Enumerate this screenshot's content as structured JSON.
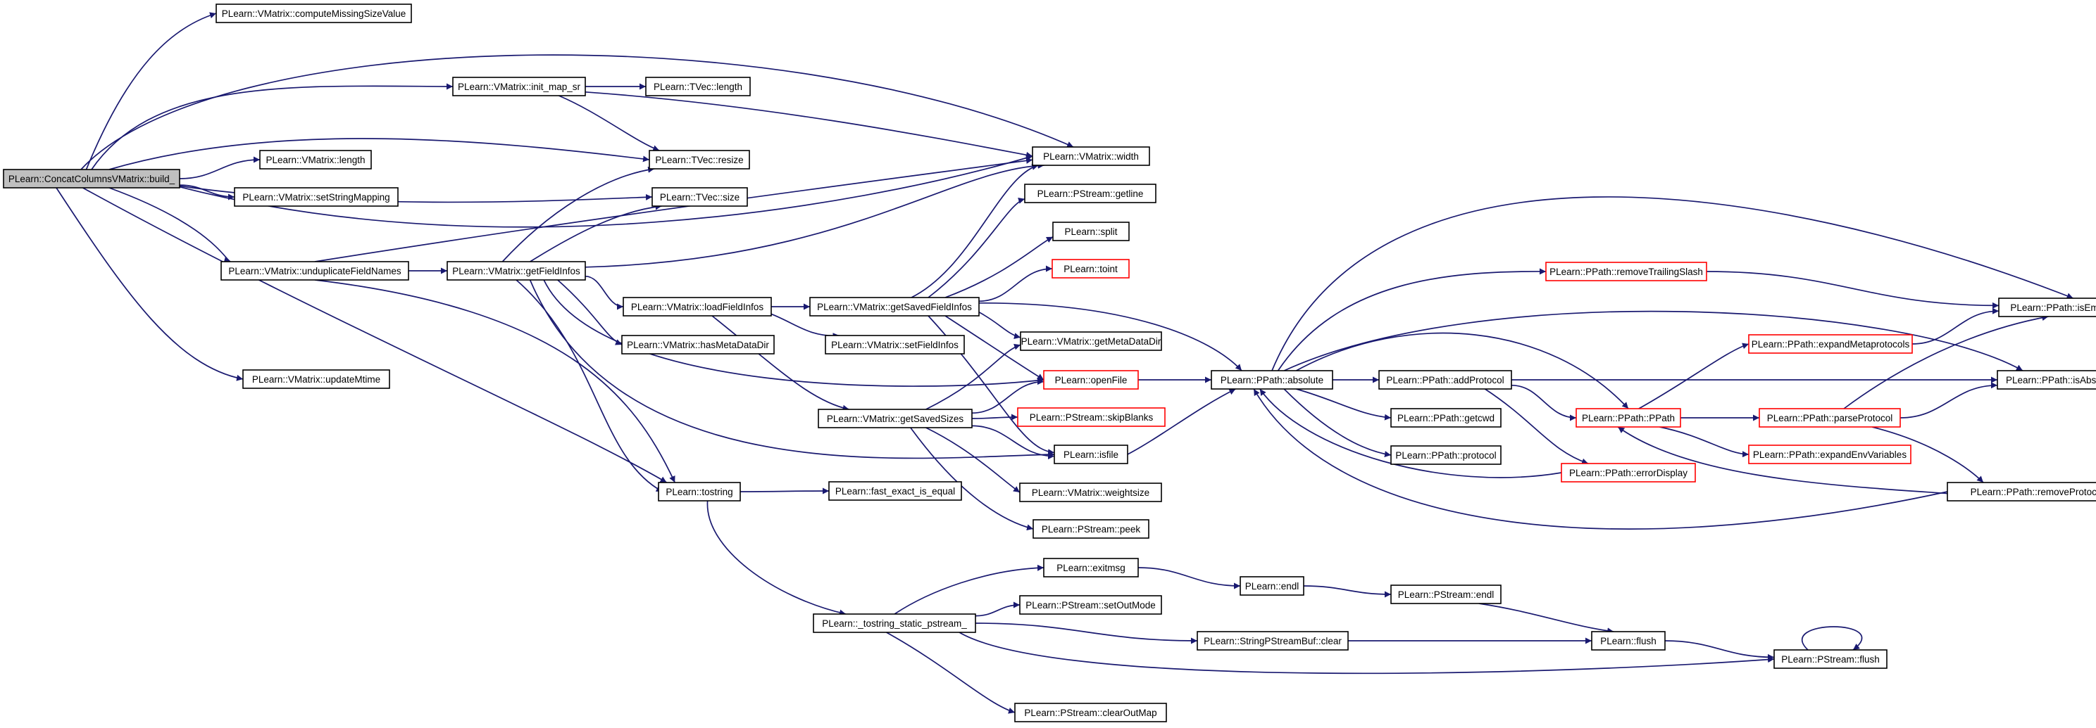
{
  "colors": {
    "edge": "#191970",
    "node_border": "#000000",
    "node_fill": "#ffffff",
    "root_fill": "#bfbfbf",
    "truncated_border": "#ff0000"
  },
  "nodes": {
    "build": "PLearn::ConcatColumnsVMatrix::build_",
    "computeMissingSizeValue": "PLearn::VMatrix::computeMissingSizeValue",
    "init_map_sr": "PLearn::VMatrix::init_map_sr",
    "tvec_length": "PLearn::TVec::length",
    "vm_length": "PLearn::VMatrix::length",
    "tvec_resize": "PLearn::TVec::resize",
    "vm_width": "PLearn::VMatrix::width",
    "setStringMapping": "PLearn::VMatrix::setStringMapping",
    "tvec_size": "PLearn::TVec::size",
    "pstream_getline": "PLearn::PStream::getline",
    "split": "PLearn::split",
    "toint": "PLearn::toint",
    "unduplicateFieldNames": "PLearn::VMatrix::unduplicateFieldNames",
    "getFieldInfos": "PLearn::VMatrix::getFieldInfos",
    "loadFieldInfos": "PLearn::VMatrix::loadFieldInfos",
    "getSavedFieldInfos": "PLearn::VMatrix::getSavedFieldInfos",
    "hasMetaDataDir": "PLearn::VMatrix::hasMetaDataDir",
    "setFieldInfos": "PLearn::VMatrix::setFieldInfos",
    "getMetaDataDir": "PLearn::VMatrix::getMetaDataDir",
    "updateMtime": "PLearn::VMatrix::updateMtime",
    "openFile": "PLearn::openFile",
    "getSavedSizes": "PLearn::VMatrix::getSavedSizes",
    "skipBlanks": "PLearn::PStream::skipBlanks",
    "isfile": "PLearn::isfile",
    "tostring": "PLearn::tostring",
    "fast_exact_is_equal": "PLearn::fast_exact_is_equal",
    "weightsize": "PLearn::VMatrix::weightsize",
    "peek": "PLearn::PStream::peek",
    "absolute": "PLearn::PPath::absolute",
    "removeTrailingSlash": "PLearn::PPath::removeTrailingSlash",
    "isEmpty": "PLearn::PPath::isEmpty",
    "expandMetaprotocols": "PLearn::PPath::expandMetaprotocols",
    "addProtocol": "PLearn::PPath::addProtocol",
    "isAbsPath": "PLearn::PPath::isAbsPath",
    "getcwd": "PLearn::PPath::getcwd",
    "ppath": "PLearn::PPath::PPath",
    "parseProtocol": "PLearn::PPath::parseProtocol",
    "expandEnvVariables": "PLearn::PPath::expandEnvVariables",
    "protocol": "PLearn::PPath::protocol",
    "errorDisplay": "PLearn::PPath::errorDisplay",
    "removeProtocol": "PLearn::PPath::removeProtocol",
    "exitmsg": "PLearn::exitmsg",
    "endl": "PLearn::endl",
    "pstream_endl": "PLearn::PStream::endl",
    "setOutMode": "PLearn::PStream::setOutMode",
    "tostring_static": "PLearn::_tostring_static_pstream_",
    "sps_clear": "PLearn::StringPStreamBuf::clear",
    "flush": "PLearn::flush",
    "pstream_flush": "PLearn::PStream::flush",
    "clearOutMap": "PLearn::PStream::clearOutMap"
  }
}
